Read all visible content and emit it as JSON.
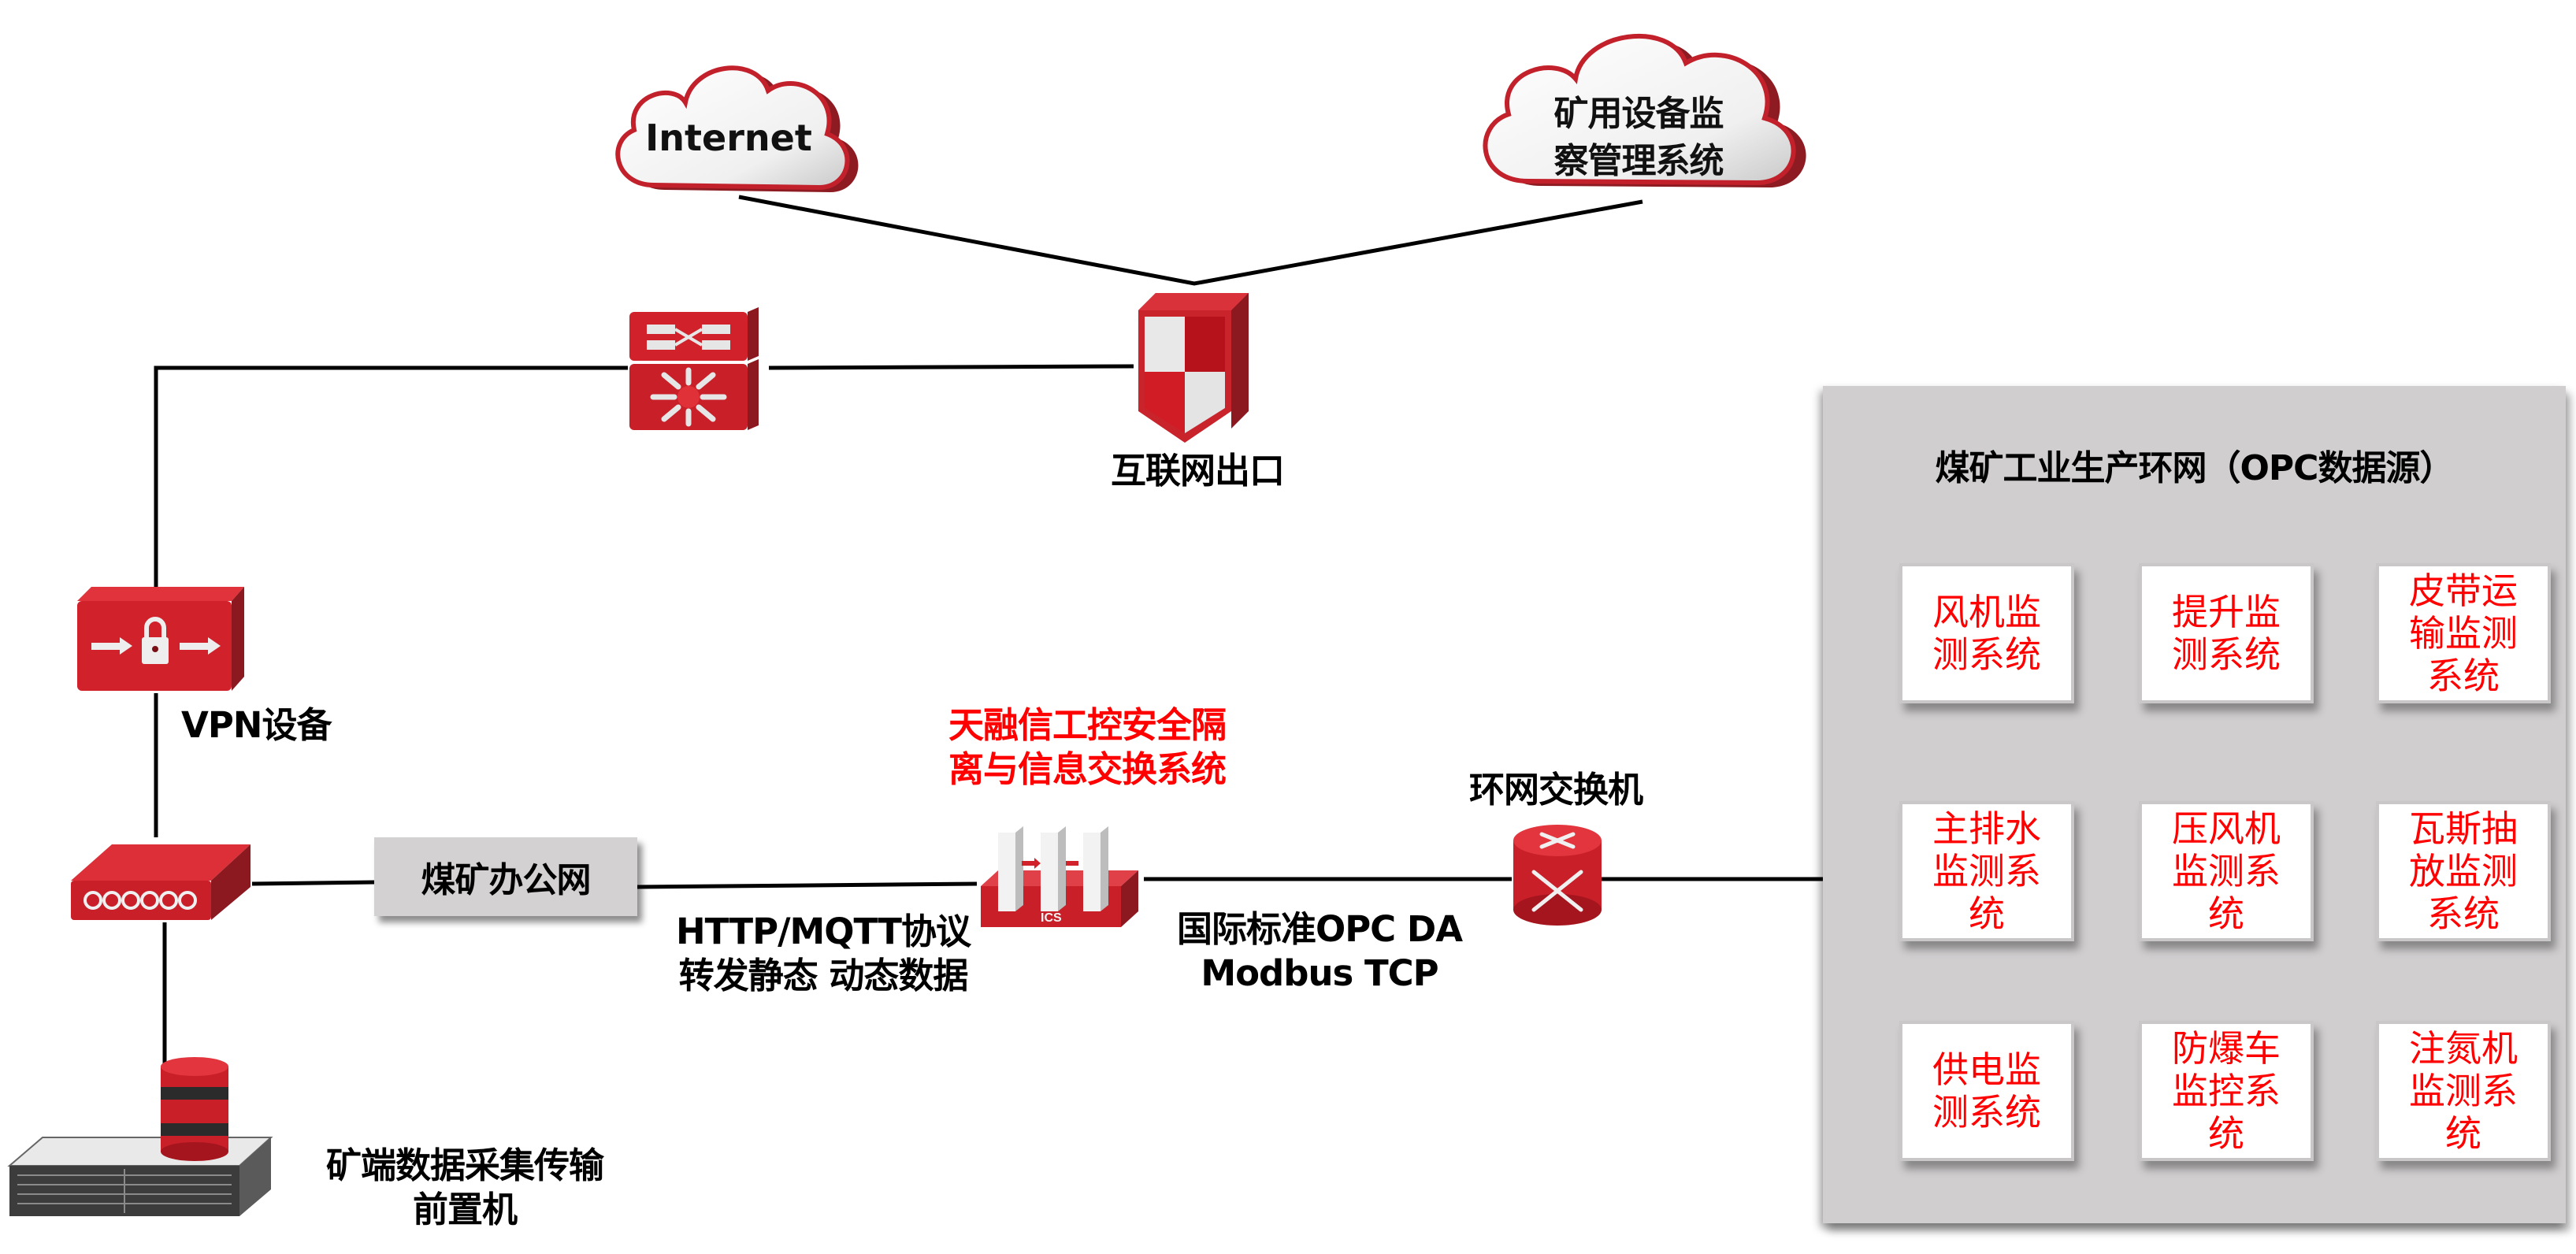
{
  "clouds": {
    "internet": {
      "label": "Internet"
    },
    "mine_supervision": {
      "line1": "矿用设备监",
      "line2": "察管理系统"
    }
  },
  "nodes": {
    "internet_exit": {
      "label": "互联网出口",
      "icon": "firewall-shield-icon"
    },
    "core_switch": {
      "icon": "layer3-switch-icon"
    },
    "vpn": {
      "label": "VPN设备",
      "icon": "vpn-lock-icon"
    },
    "router": {
      "icon": "router-icon"
    },
    "office_network": {
      "label": "煤矿办公网"
    },
    "ics_gateway": {
      "line1": "天融信工控安全隔",
      "line2": "离与信息交换系统",
      "badge": "ICS",
      "icon": "ics-isolation-gateway-icon"
    },
    "ring_switch": {
      "label": "环网交换机",
      "icon": "ring-switch-icon"
    },
    "frontend_server": {
      "line1": "矿端数据采集传输",
      "line2": "前置机",
      "icon": "server-database-icon"
    }
  },
  "link_labels": {
    "http_mqtt": {
      "line1": "HTTP/MQTT协议",
      "line2": "转发静态 动态数据"
    },
    "opc": {
      "line1": "国际标准OPC DA",
      "line2": "Modbus TCP"
    }
  },
  "production_network": {
    "title": "煤矿工业生产环网（OPC数据源）",
    "systems": [
      {
        "lines": [
          "风机监",
          "测系统"
        ]
      },
      {
        "lines": [
          "提升监",
          "测系统"
        ]
      },
      {
        "lines": [
          "皮带运",
          "输监测",
          "系统"
        ]
      },
      {
        "lines": [
          "主排水",
          "监测系",
          "统"
        ]
      },
      {
        "lines": [
          "压风机",
          "监测系",
          "统"
        ]
      },
      {
        "lines": [
          "瓦斯抽",
          "放监测",
          "系统"
        ]
      },
      {
        "lines": [
          "供电监",
          "测系统"
        ]
      },
      {
        "lines": [
          "防爆车",
          "监控系",
          "统"
        ]
      },
      {
        "lines": [
          "注氮机",
          "监测系",
          "统"
        ]
      }
    ]
  },
  "colors": {
    "accent_red": "#d7141e",
    "highlight_red": "#ff0000",
    "panel_grey": "#d0cecf"
  }
}
